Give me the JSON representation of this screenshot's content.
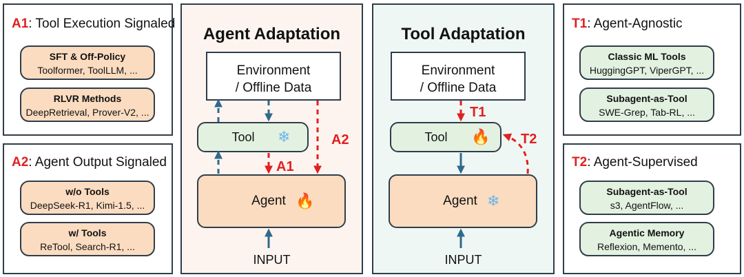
{
  "left_top": {
    "code": "A1",
    "title": ": Tool Execution Signaled",
    "items": [
      {
        "title": "SFT & Off-Policy",
        "subtitle": "Toolformer, ToolLLM, ..."
      },
      {
        "title": "RLVR Methods",
        "subtitle": "DeepRetrieval, Prover-V2, ..."
      }
    ]
  },
  "left_bottom": {
    "code": "A2",
    "title": ": Agent Output Signaled",
    "items": [
      {
        "title": "w/o Tools",
        "subtitle": "DeepSeek-R1, Kimi-1.5, ..."
      },
      {
        "title": "w/ Tools",
        "subtitle": "ReTool, Search-R1, ..."
      }
    ]
  },
  "agent_adaptation": {
    "title": "Agent Adaptation",
    "env": "Environment\n/ Offline Data",
    "tool": "Tool",
    "agent": "Agent",
    "input": "INPUT",
    "labels": {
      "a1": "A1",
      "a2": "A2"
    },
    "tool_icon": "snowflake-icon",
    "agent_icon": "fire-icon"
  },
  "tool_adaptation": {
    "title": "Tool Adaptation",
    "env": "Environment\n/ Offline Data",
    "tool": "Tool",
    "agent": "Agent",
    "input": "INPUT",
    "labels": {
      "t1": "T1",
      "t2": "T2"
    },
    "tool_icon": "fire-icon",
    "agent_icon": "snowflake-icon"
  },
  "right_top": {
    "code": "T1",
    "title": ": Agent-Agnostic",
    "items": [
      {
        "title": "Classic ML Tools",
        "subtitle": "HuggingGPT, ViperGPT, ..."
      },
      {
        "title": "Subagent-as-Tool",
        "subtitle": "SWE-Grep, Tab-RL, ..."
      }
    ]
  },
  "right_bottom": {
    "code": "T2",
    "title": ": Agent-Supervised",
    "items": [
      {
        "title": "Subagent-as-Tool",
        "subtitle": "s3, AgentFlow, ..."
      },
      {
        "title": "Agentic Memory",
        "subtitle": "Reflexion, Memento, ..."
      }
    ]
  },
  "colors": {
    "border": "#2f3d4a",
    "orange": "#fbdcc0",
    "green": "#e3f1e1",
    "center_left_bg": "#fdf4ef",
    "center_right_bg": "#eef7f4",
    "red": "#e02020",
    "blue": "#2d6a8c"
  }
}
